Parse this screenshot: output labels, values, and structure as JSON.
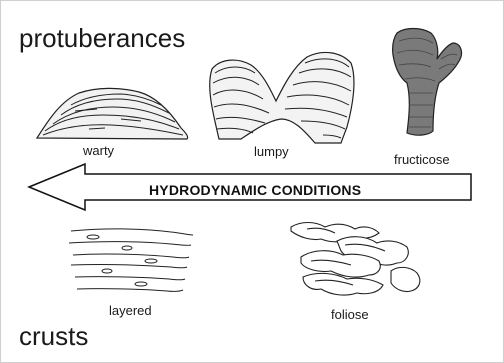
{
  "heading_protuberances": "protuberances",
  "heading_crusts": "crusts",
  "arrow_label": "HYDRODYNAMIC CONDITIONS",
  "forms": {
    "warty": "warty",
    "lumpy": "lumpy",
    "fructicose": "fructicose",
    "layered": "layered",
    "foliose": "foliose"
  }
}
